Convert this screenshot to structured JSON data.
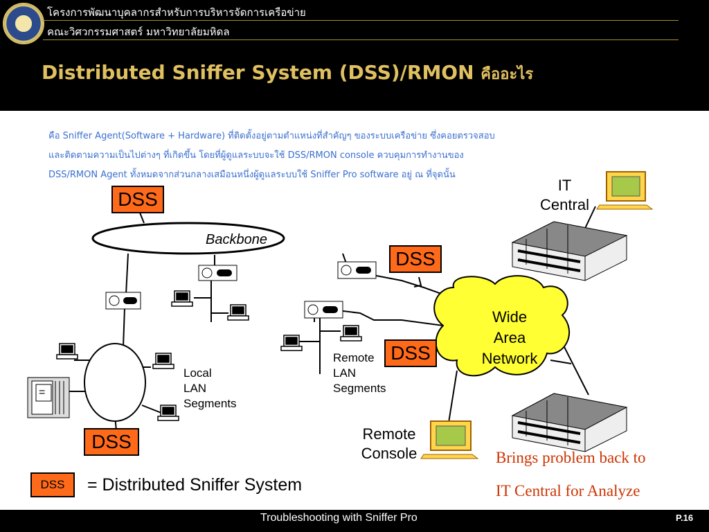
{
  "header": {
    "line1": "โครงการพัฒนาบุคลากรสำหรับการบริหารจัดการเครือข่าย",
    "line2": "คณะวิศวกรรมศาสตร์ มหาวิทยาลัยมหิดล"
  },
  "title": {
    "main": "Distributed Sniffer System (DSS)/RMON",
    "thai": "คืออะไร"
  },
  "description": {
    "line1": "คือ Sniffer Agent(Software + Hardware) ที่ติดตั้งอยู่ตามตำแหน่งที่สำคัญๆ ของระบบเครือข่าย ซึ่งคอยตรวจสอบ",
    "line2": "และติดตามความเป็นไปต่างๆ ที่เกิดขึ้น โดยที่ผู้ดูแลระบบจะใช้ DSS/RMON console ควบคุมการทำงานของ",
    "line3": "DSS/RMON Agent ทั้งหมดจากส่วนกลางเสมือนหนึ่งผู้ดูแลระบบใช้ Sniffer Pro software อยู่ ณ ที่จุดนั้น"
  },
  "diagram": {
    "dss_label": "DSS",
    "backbone": "Backbone",
    "it_central": [
      "IT",
      "Central"
    ],
    "wan": [
      "Wide",
      "Area",
      "Network"
    ],
    "local_segments": [
      "Local",
      "LAN",
      "Segments"
    ],
    "remote_segments": [
      "Remote",
      "LAN",
      "Segments"
    ],
    "remote_console": [
      "Remote",
      "Console"
    ],
    "server_symbol": "="
  },
  "legend": {
    "box": "DSS",
    "text": "= Distributed Sniffer System"
  },
  "callout": {
    "line1": "Brings problem back to",
    "line2": "IT Central for Analyze"
  },
  "footer": {
    "text": "Troubleshooting with Sniffer Pro",
    "page": "P.16"
  },
  "colors": {
    "dss_box": "#ff6a1a",
    "wan_cloud": "#ffff33",
    "title": "#e0c060",
    "description": "#3a6fd0",
    "callout": "#cc3300"
  }
}
